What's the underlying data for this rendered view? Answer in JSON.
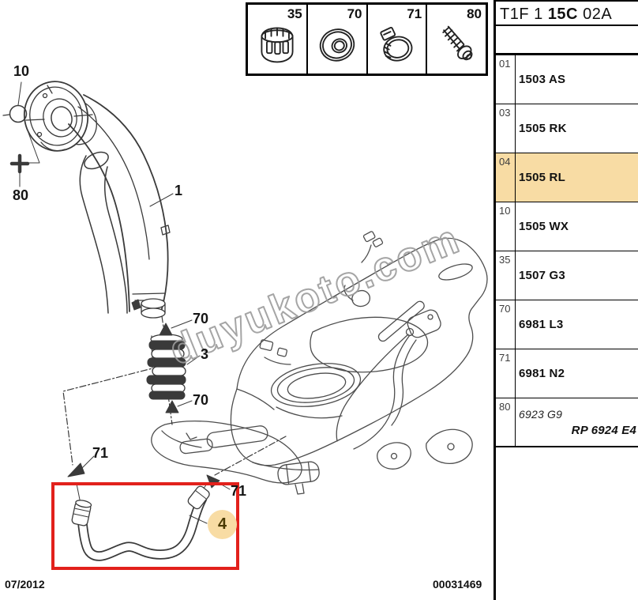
{
  "title": {
    "prefix": "T1F 1",
    "bold": "15C",
    "suffix": "02A"
  },
  "legend": {
    "items": [
      {
        "ref": "35",
        "icon": "clip-icon"
      },
      {
        "ref": "70",
        "icon": "grommet-icon"
      },
      {
        "ref": "71",
        "icon": "hose-clamp-icon"
      },
      {
        "ref": "80",
        "icon": "screw-icon"
      }
    ]
  },
  "parts": {
    "rows": [
      {
        "ref": "01",
        "code": "1503 AS"
      },
      {
        "ref": "03",
        "code": "1505 RK"
      },
      {
        "ref": "04",
        "code": "1505 RL",
        "highlighted": true
      },
      {
        "ref": "10",
        "code": "1505 WX"
      },
      {
        "ref": "35",
        "code": "1507 G3"
      },
      {
        "ref": "70",
        "code": "6981 L3"
      },
      {
        "ref": "71",
        "code": "6981 N2"
      },
      {
        "ref": "80",
        "code": "6923 G9",
        "note": "RP 6924 E4"
      }
    ]
  },
  "callouts": {
    "cap_seal": "10",
    "screw": "80",
    "filler_pipe": "1",
    "clamp_top": "70",
    "sleeve": "3",
    "clamp_bottom": "70",
    "clip_left": "71",
    "clip_right": "71",
    "hose": "4"
  },
  "watermark": "duyukoto.com",
  "footer": {
    "date": "07/2012",
    "doc_number": "00031469"
  },
  "colors": {
    "highlight": "#f8dca4",
    "redbox": "#e2211c",
    "line": "#3a3a3a",
    "watermark": "#9c9c9c"
  }
}
